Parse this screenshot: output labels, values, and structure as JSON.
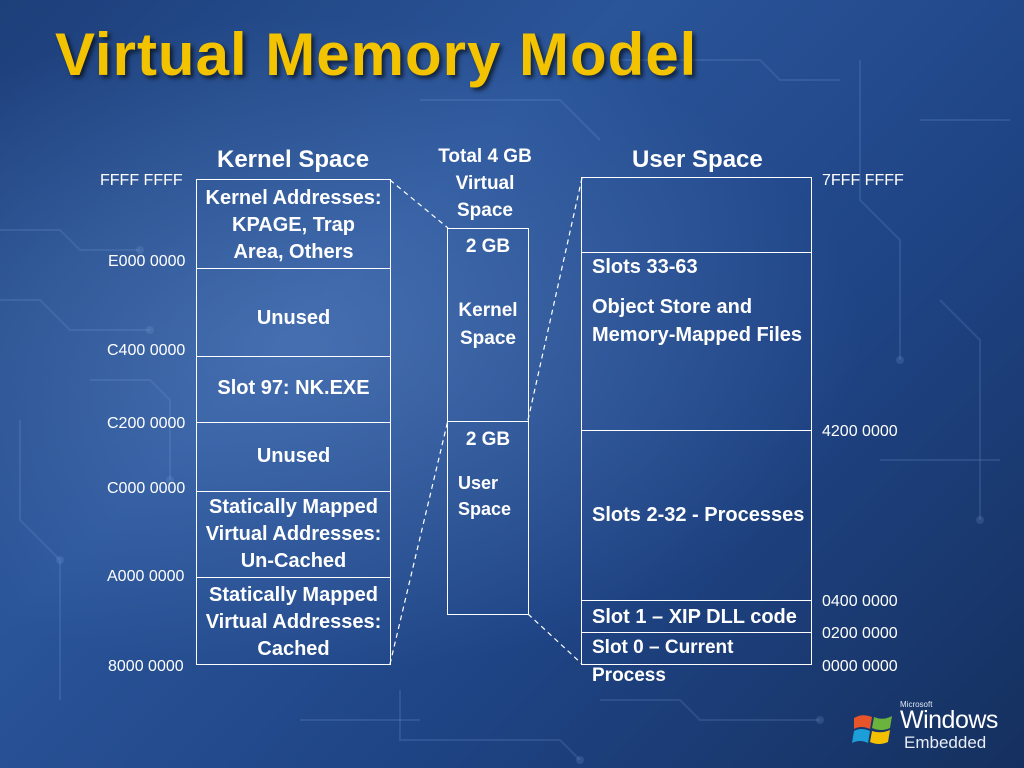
{
  "title": "Virtual Memory Model",
  "kernel": {
    "header": "Kernel Space",
    "addresses": [
      "FFFF FFFF",
      "E000 0000",
      "C400 0000",
      "C200 0000",
      "C000 0000",
      "A000 0000",
      "8000 0000"
    ],
    "regions": [
      {
        "lines": [
          "Kernel Addresses:",
          "KPAGE, Trap",
          "Area, Others"
        ]
      },
      {
        "lines": [
          "Unused"
        ]
      },
      {
        "lines": [
          "Slot 97: NK.EXE"
        ]
      },
      {
        "lines": [
          "Unused"
        ]
      },
      {
        "lines": [
          "Statically Mapped",
          "Virtual Addresses:",
          "Un-Cached"
        ]
      },
      {
        "lines": [
          "Statically Mapped",
          "Virtual Addresses:",
          "Cached"
        ]
      }
    ]
  },
  "total": {
    "header_lines": [
      "Total 4 GB",
      "Virtual",
      "Space"
    ],
    "kernel_half": {
      "size": "2 GB",
      "lines": [
        "Kernel",
        "Space"
      ]
    },
    "user_half": {
      "size": "2 GB",
      "lines": [
        "User",
        "Space"
      ]
    }
  },
  "user": {
    "header": "User Space",
    "addresses": [
      "7FFF FFFF",
      "4200 0000",
      "0400 0000",
      "0200 0000",
      "0000 0000"
    ],
    "regions": [
      {
        "lines": []
      },
      {
        "lines": [
          "Slots 33-63",
          "Object Store and",
          "Memory-Mapped Files"
        ]
      },
      {
        "lines": [
          "Slots 2-32 - Processes"
        ]
      },
      {
        "lines": [
          "Slot 1 – XIP DLL code"
        ]
      },
      {
        "lines": [
          "Slot 0 – Current Process"
        ]
      }
    ]
  },
  "logo": {
    "brand_small": "Microsoft",
    "name": "Windows",
    "edition": "Embedded"
  },
  "colors": {
    "title": "#f3c300",
    "background": "#1f4485",
    "line": "#ffffff"
  }
}
